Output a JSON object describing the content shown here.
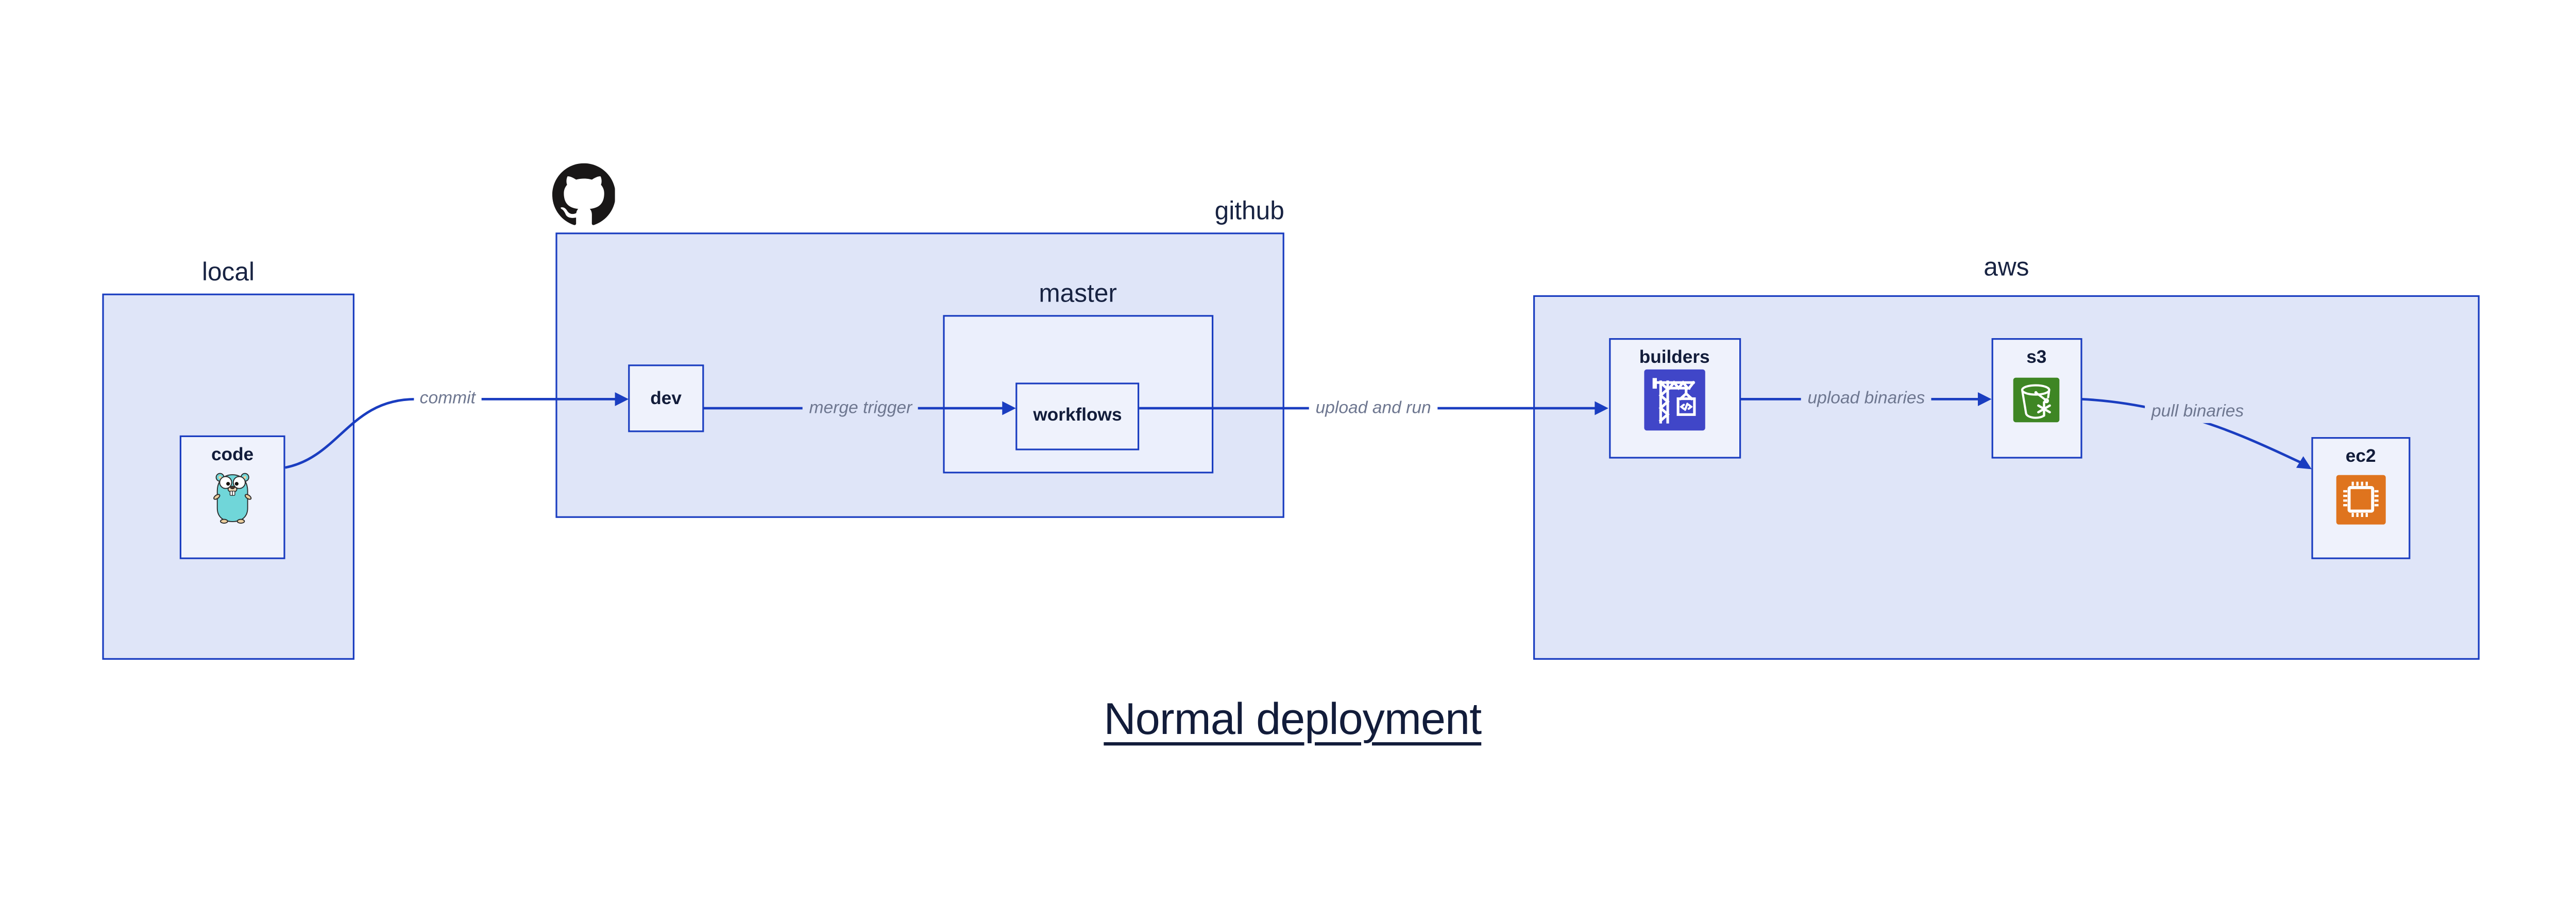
{
  "title": "Normal deployment",
  "containers": {
    "local": {
      "label": "local"
    },
    "github": {
      "label": "github"
    },
    "master": {
      "label": "master"
    },
    "aws": {
      "label": "aws"
    }
  },
  "nodes": {
    "code": {
      "label": "code",
      "icon": "go-gopher-icon"
    },
    "dev": {
      "label": "dev"
    },
    "workflows": {
      "label": "workflows"
    },
    "builders": {
      "label": "builders",
      "icon": "codebuild-crane-icon"
    },
    "s3": {
      "label": "s3",
      "icon": "s3-bucket-snowflake-icon"
    },
    "ec2": {
      "label": "ec2",
      "icon": "ec2-chip-icon"
    }
  },
  "edges": [
    {
      "from": "code",
      "to": "dev",
      "label": "commit"
    },
    {
      "from": "dev",
      "to": "workflows",
      "label": "merge trigger"
    },
    {
      "from": "workflows",
      "to": "builders",
      "label": "upload and run"
    },
    {
      "from": "builders",
      "to": "s3",
      "label": "upload binaries"
    },
    {
      "from": "s3",
      "to": "ec2",
      "label": "pull binaries"
    }
  ],
  "logos": {
    "github_mark": "github-octocat-icon"
  },
  "colors": {
    "blue": "#1a3dc0",
    "container-fill": "#dfe5f8",
    "master-fill": "#ebeffc",
    "node-fill": "#eff2fc",
    "navy": "#182342",
    "navy-dark": "#121c3a",
    "edge-label": "#6e7790",
    "octocat-black": "#191717",
    "builders-indigo": "#4046c8",
    "s3-green": "#3e8624",
    "ec2-orange": "#df741e",
    "gopher-teal": "#70d6d9",
    "gopher-skin": "#edcf9e"
  }
}
